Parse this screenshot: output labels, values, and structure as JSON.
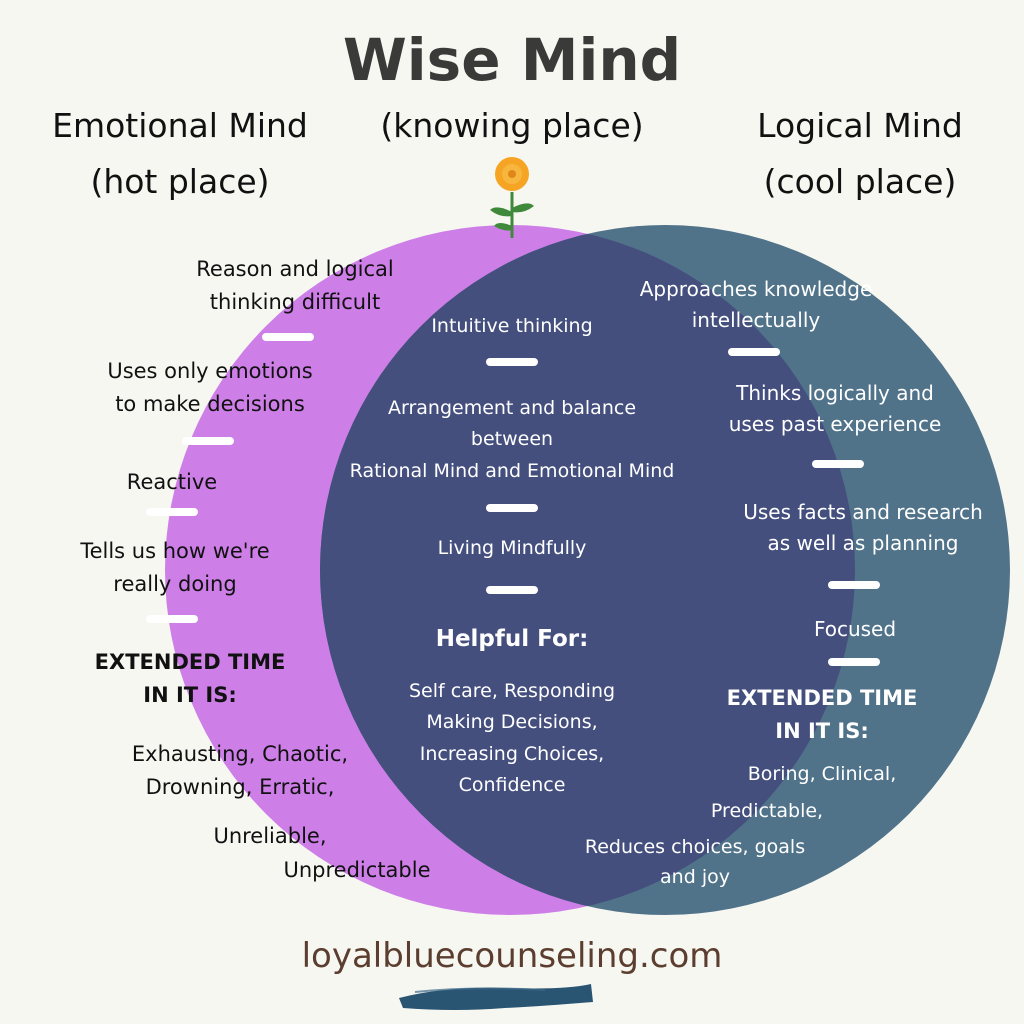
{
  "title": "Wise Mind",
  "emotional": {
    "heading": "Emotional Mind\n(hot place)",
    "items": [
      "Reason and logical\nthinking difficult",
      "Uses only emotions\nto make decisions",
      "Reactive",
      "Tells us how we're\nreally doing"
    ],
    "extended_heading": "EXTENDED TIME\nIN IT IS:",
    "extended_items": [
      "Exhausting, Chaotic,\nDrowning, Erratic,",
      "Unreliable,",
      "Unpredictable"
    ]
  },
  "wise": {
    "heading": "(knowing place)",
    "items": [
      "Intuitive thinking",
      "Arrangement and balance\nbetween\nRational Mind and Emotional Mind",
      "Living Mindfully"
    ],
    "helpful_heading": "Helpful For:",
    "helpful_items": "Self care, Responding\nMaking Decisions,\nIncreasing Choices,\nConfidence"
  },
  "logical": {
    "heading": "Logical Mind\n(cool place)",
    "items": [
      "Approaches knowledge\nintellectually",
      "Thinks logically and\nuses past experience",
      "Uses facts and research\nas well as planning",
      "Focused"
    ],
    "extended_heading": "EXTENDED TIME\nIN IT IS:",
    "extended_items": [
      "Boring, Clinical,",
      "Predictable,",
      "Reduces choices, goals\nand joy"
    ]
  },
  "footer": "loyalbluecounseling.com",
  "colors": {
    "background": "#f7f7f2",
    "emotional_circle": "#cd7ee7",
    "logical_circle": "#50738a",
    "overlap": "#444f7e",
    "flower_petals": "#f5a523",
    "stem": "#3f8a3a",
    "footer_text": "#5b3e2f",
    "brush_stroke": "#1e4b6a"
  },
  "icons": {
    "flower": "orange-flower-icon",
    "brush": "brush-stroke-icon"
  }
}
